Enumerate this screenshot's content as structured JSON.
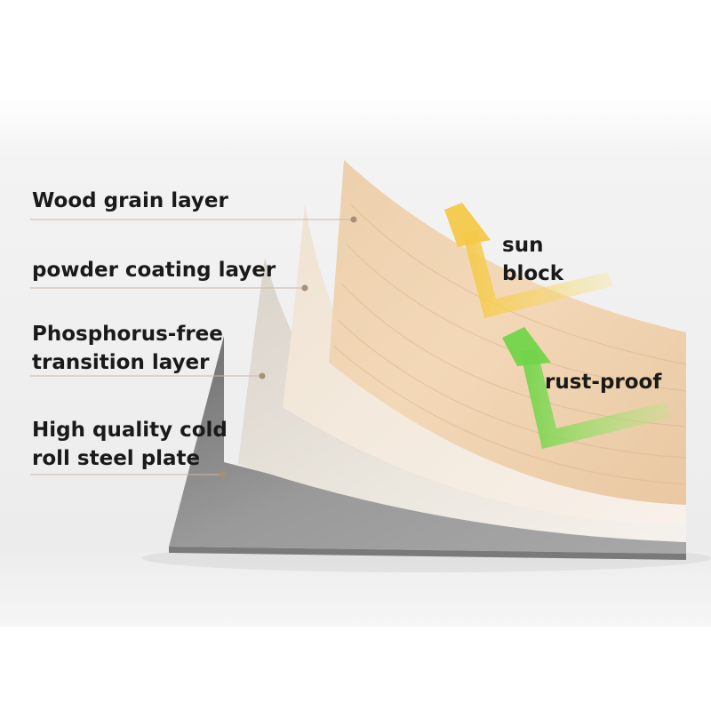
{
  "layers": [
    {
      "name": "Wood grain layer",
      "lines": [
        "Wood grain layer"
      ]
    },
    {
      "name": "powder coating layer",
      "lines": [
        "powder coating layer"
      ]
    },
    {
      "name": "Phosphorus-free transition layer",
      "lines": [
        "Phosphorus-free",
        "transition layer"
      ]
    },
    {
      "name": "High quality cold roll steel plate",
      "lines": [
        "High quality cold",
        "roll steel plate"
      ]
    }
  ],
  "features": {
    "sun_block": {
      "lines": [
        "sun",
        "block"
      ],
      "color": "#f6d35a"
    },
    "rust_proof": {
      "lines": [
        "rust-proof"
      ],
      "color": "#8ee05a"
    }
  },
  "colors": {
    "background_band": "#f0f0f0",
    "steel": "#8d8d8d",
    "transition": "#ece6dd",
    "powder": "#f4eee8",
    "wood": "#f0d4b2",
    "leader_line": "#c9b9a8",
    "leader_dot": "#a89078"
  }
}
